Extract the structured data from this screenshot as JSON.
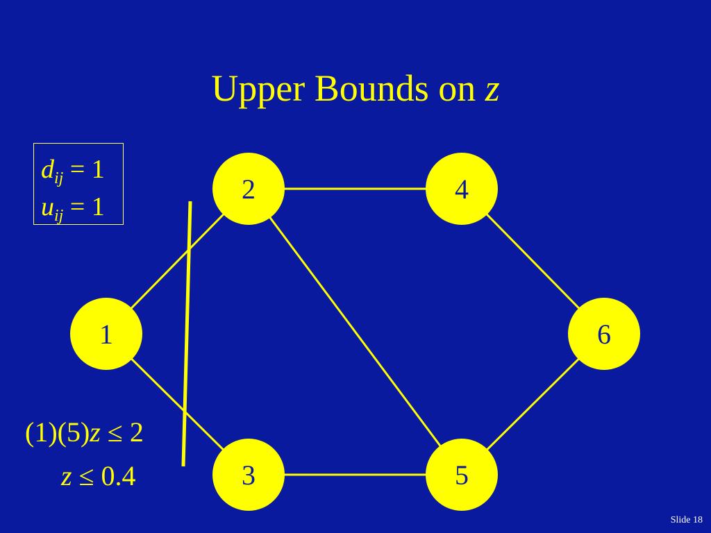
{
  "title": {
    "text": "Upper Bounds on ",
    "variable": "z"
  },
  "legend": [
    {
      "var": "d",
      "sub": "ij",
      "rel": "=",
      "value": "1"
    },
    {
      "var": "u",
      "sub": "ij",
      "rel": "=",
      "value": "1"
    }
  ],
  "nodes": [
    {
      "id": "1",
      "label": "1"
    },
    {
      "id": "2",
      "label": "2"
    },
    {
      "id": "3",
      "label": "3"
    },
    {
      "id": "4",
      "label": "4"
    },
    {
      "id": "5",
      "label": "5"
    },
    {
      "id": "6",
      "label": "6"
    }
  ],
  "edges": [
    [
      "1",
      "2"
    ],
    [
      "1",
      "3"
    ],
    [
      "2",
      "4"
    ],
    [
      "2",
      "5"
    ],
    [
      "3",
      "5"
    ],
    [
      "4",
      "6"
    ],
    [
      "5",
      "6"
    ]
  ],
  "bounds": {
    "line1": {
      "prefix": "(1)(5)",
      "var": "z",
      "rel": "≤",
      "value": "2"
    },
    "line2": {
      "var": "z",
      "rel": "≤",
      "value": "0.4"
    }
  },
  "slide_number": "Slide 18",
  "colors": {
    "background": "#0a1a9e",
    "foreground": "#ffff00"
  }
}
